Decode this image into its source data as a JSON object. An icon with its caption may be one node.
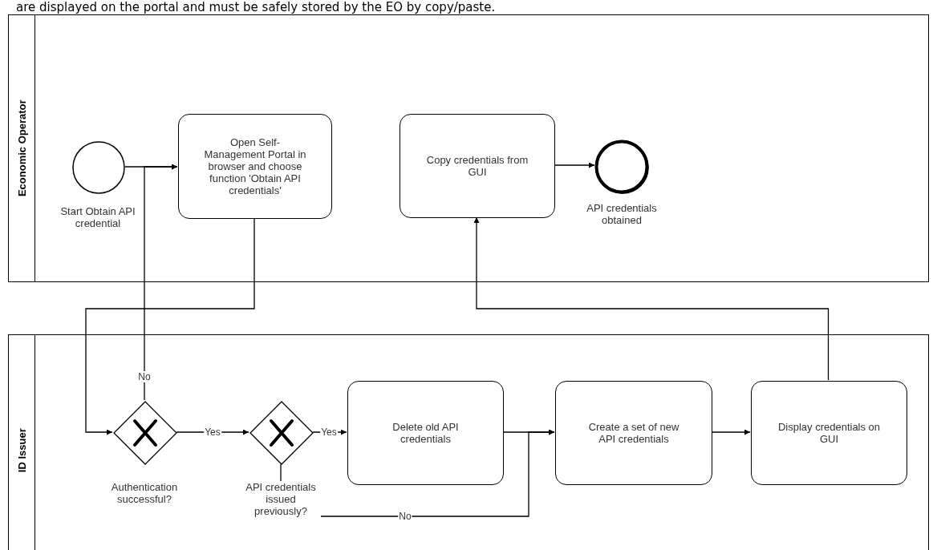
{
  "diagram": {
    "nodes": [
      {
        "text": [
          "Economic Operator"
        ]
      },
      {
        "text": [],
        "shape": "circle",
        "in": 0,
        "beside": [
          "Start Obtain API credential"
        ]
      },
      {
        "text": [
          "Open Self-Management Portal in browser and choose function 'Obtain API credentials'"
        ],
        "in": 0
      },
      {
        "text": [
          "Copy credentials from GUI"
        ],
        "in": 0
      },
      {
        "text": [],
        "shape": "circle",
        "in": 0,
        "beside": [
          "API credentials obtained"
        ]
      },
      {
        "text": [
          "ID Issuer"
        ]
      },
      {
        "text": [],
        "shape": "diamond",
        "in": 5,
        "beside": [
          "Authentication successful?"
        ]
      },
      {
        "text": [],
        "shape": "diamond",
        "in": 5,
        "beside": [
          "API credentials issued previously?"
        ]
      },
      {
        "text": [
          "Delete old API credentials"
        ],
        "in": 5
      },
      {
        "text": [
          "Create a set of new API credentials"
        ],
        "in": 5
      },
      {
        "text": [
          "Display credentials on GUI"
        ],
        "in": 5
      }
    ],
    "edges": [
      {
        "from": 1,
        "to": 2,
        "arrow": "to"
      },
      {
        "from": 2,
        "to": 6,
        "arrow": "to"
      },
      {
        "from": 6,
        "to": 2,
        "arrow": "to",
        "label": "No"
      },
      {
        "from": 6,
        "to": 7,
        "arrow": "to",
        "label": "Yes"
      },
      {
        "from": 7,
        "to": 8,
        "arrow": "to",
        "label": "Yes"
      },
      {
        "from": 8,
        "to": 9,
        "arrow": "to"
      },
      {
        "from": 7,
        "to": 9,
        "arrow": "to",
        "label": "No"
      },
      {
        "from": 9,
        "to": 10,
        "arrow": "to"
      },
      {
        "from": 10,
        "to": 3,
        "arrow": "to"
      },
      {
        "from": 3,
        "to": 4,
        "arrow": "to"
      }
    ],
    "labels": [
      "are displayed on the portal and must be safely stored by the EO by copy/paste."
    ]
  }
}
